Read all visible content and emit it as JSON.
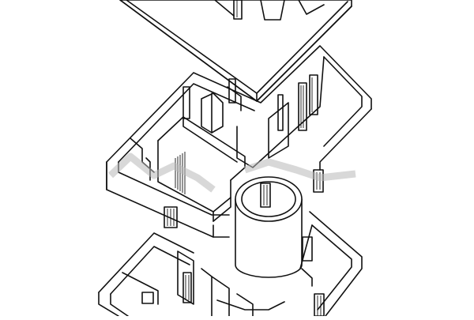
{
  "drawing": {
    "kind": "exploded-isometric-floor-plan",
    "levels": [
      "roof",
      "upper-floor",
      "lower-floor"
    ],
    "line_color": "#111111",
    "background": "#ffffff",
    "watermark_color": "#b8b8b8"
  }
}
